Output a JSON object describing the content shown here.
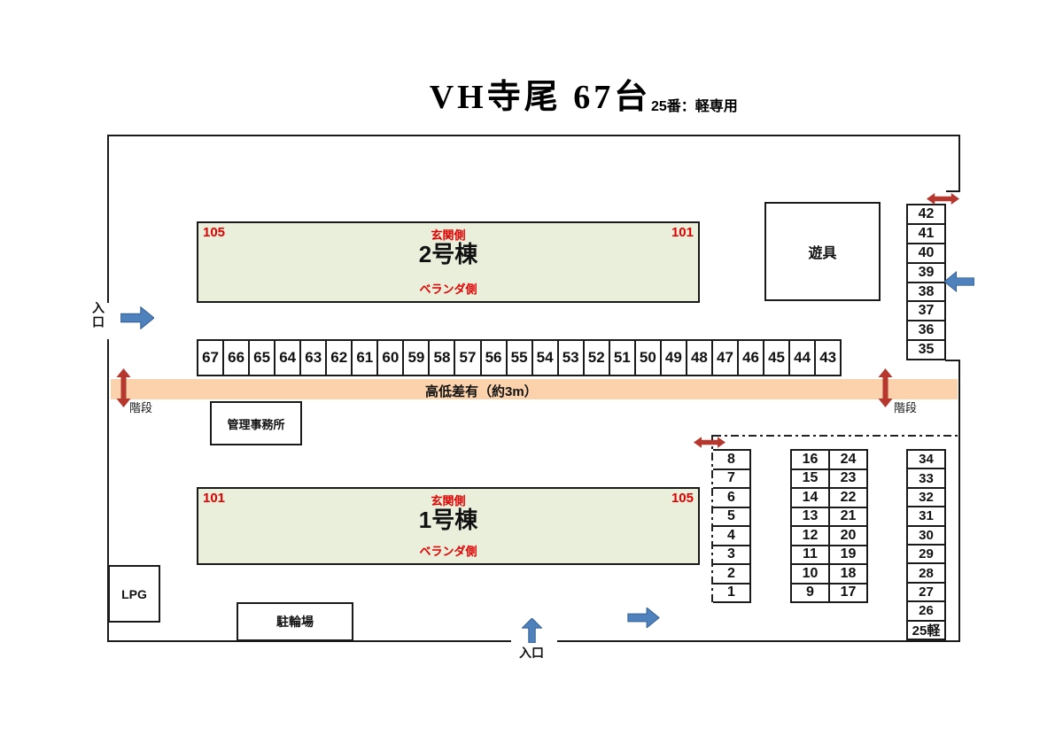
{
  "title": "VH寺尾 67台",
  "subtitle": "25番：軽専用",
  "colors": {
    "building": "#e9efdb",
    "band": "#fbd2ac",
    "red": "#b5372e",
    "blue": "#4f81bd",
    "red_text": "#e00000"
  },
  "labels": {
    "entrance_left": "入口",
    "entrance_bottom": "入口",
    "stairs_left": "階段",
    "stairs_right": "階段",
    "band": "高低差有（約3m）",
    "playground": "遊具",
    "office": "管理事務所",
    "lpg": "LPG",
    "bicycle": "駐輪場"
  },
  "building2": {
    "name": "2号棟",
    "left_no": "105",
    "right_no": "101",
    "front": "玄関側",
    "back": "ベランダ側"
  },
  "building1": {
    "name": "1号棟",
    "left_no": "101",
    "right_no": "105",
    "front": "玄関側",
    "back": "ベランダ側"
  },
  "spaces": {
    "row_top": [
      "67",
      "66",
      "65",
      "64",
      "63",
      "62",
      "61",
      "60",
      "59",
      "58",
      "57",
      "56",
      "55",
      "54",
      "53",
      "52",
      "51",
      "50",
      "49",
      "48",
      "47",
      "46",
      "45",
      "44",
      "43"
    ],
    "col_right_upper": [
      "42",
      "41",
      "40",
      "39",
      "38",
      "37",
      "36",
      "35"
    ],
    "col_left_lower": [
      "8",
      "7",
      "6",
      "5",
      "4",
      "3",
      "2",
      "1"
    ],
    "col_mid_left": [
      "16",
      "15",
      "14",
      "13",
      "12",
      "11",
      "10",
      "9"
    ],
    "col_mid_right": [
      "24",
      "23",
      "22",
      "21",
      "20",
      "19",
      "18",
      "17"
    ],
    "col_right_lower": [
      "34",
      "33",
      "32",
      "31",
      "30",
      "29",
      "28",
      "27",
      "26",
      "25軽"
    ]
  }
}
